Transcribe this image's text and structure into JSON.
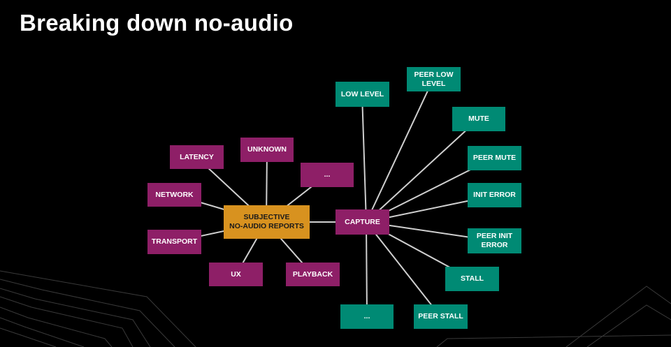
{
  "title": "Breaking down no-audio",
  "colors": {
    "cause": "#8e1f67",
    "capture": "#008a74",
    "root": "#d8921f"
  },
  "root": {
    "line1": "SUBJECTIVE",
    "line2": "NO-AUDIO REPORTS"
  },
  "causes": [
    "LATENCY",
    "UNKNOWN",
    "...",
    "NETWORK",
    "TRANSPORT",
    "UX",
    "PLAYBACK",
    "CAPTURE"
  ],
  "capture_children": [
    {
      "line1": "LOW LEVEL"
    },
    {
      "line1": "PEER LOW",
      "line2": "LEVEL"
    },
    {
      "line1": "MUTE"
    },
    {
      "line1": "PEER MUTE"
    },
    {
      "line1": "INIT ERROR"
    },
    {
      "line1": "PEER INIT",
      "line2": "ERROR"
    },
    {
      "line1": "STALL"
    },
    {
      "line1": "PEER STALL"
    },
    {
      "line1": "..."
    }
  ]
}
